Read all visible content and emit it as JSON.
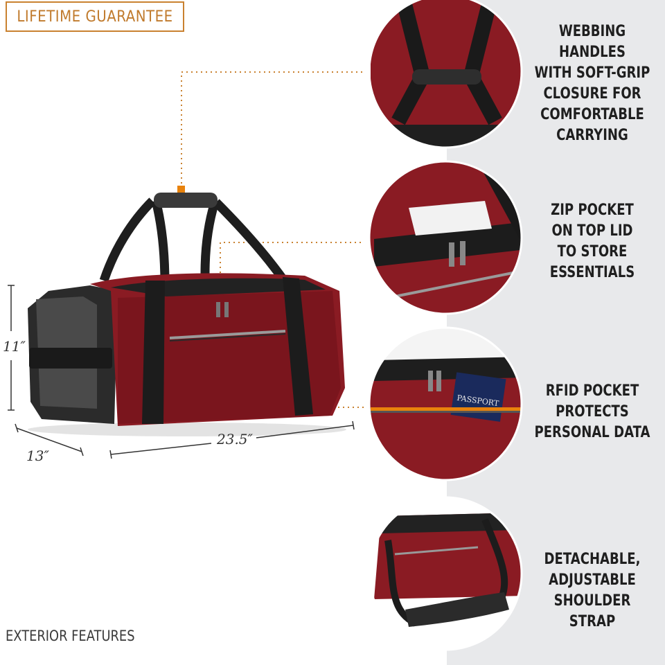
{
  "badge": {
    "text": "LIFETIME GUARANTEE"
  },
  "footer": {
    "label": "EXTERIOR FEATURES"
  },
  "dimensions": {
    "height": "11″",
    "depth": "13″",
    "width": "23.5″"
  },
  "features": [
    {
      "text": "WEBBING HANDLES\nWITH SOFT-GRIP\nCLOSURE FOR\nCOMFORTABLE\nCARRYING"
    },
    {
      "text": "ZIP POCKET\nON TOP LID\nTO STORE\nESSENTIALS"
    },
    {
      "text": "RFID POCKET\nPROTECTS\nPERSONAL DATA"
    },
    {
      "text": "DETACHABLE,\nADJUSTABLE\nSHOULDER STRAP"
    }
  ],
  "passport": {
    "text": "PASSPORT"
  },
  "colors": {
    "accent": "#c9812f",
    "bag_red": "#8a1b23",
    "bag_black": "#2a2a2a",
    "panel": "#e8e9eb",
    "callout": "#e8820c"
  }
}
